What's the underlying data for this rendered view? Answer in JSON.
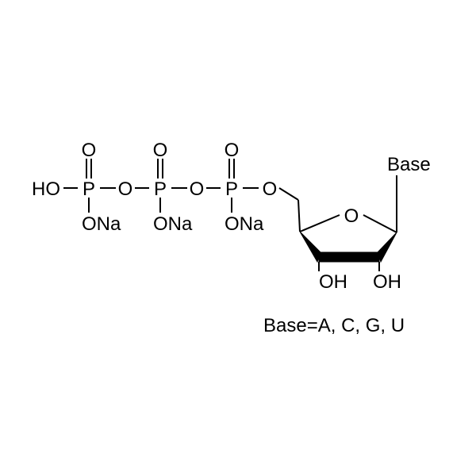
{
  "structure": {
    "atoms": {
      "ho_terminal": "HO",
      "p1": "P",
      "p2": "P",
      "p3": "P",
      "o_bridge_1": "O",
      "o_bridge_2": "O",
      "o_ester": "O",
      "o_dbl_1": "O",
      "o_dbl_2": "O",
      "o_dbl_3": "O",
      "ona_1": "ONa",
      "ona_2": "ONa",
      "ona_3": "ONa",
      "o_ring": "O",
      "oh_left": "OH",
      "oh_right": "OH",
      "base": "Base"
    },
    "caption": "Base=A, C, G, U",
    "colors": {
      "ink": "#000000",
      "background": "#ffffff"
    }
  }
}
